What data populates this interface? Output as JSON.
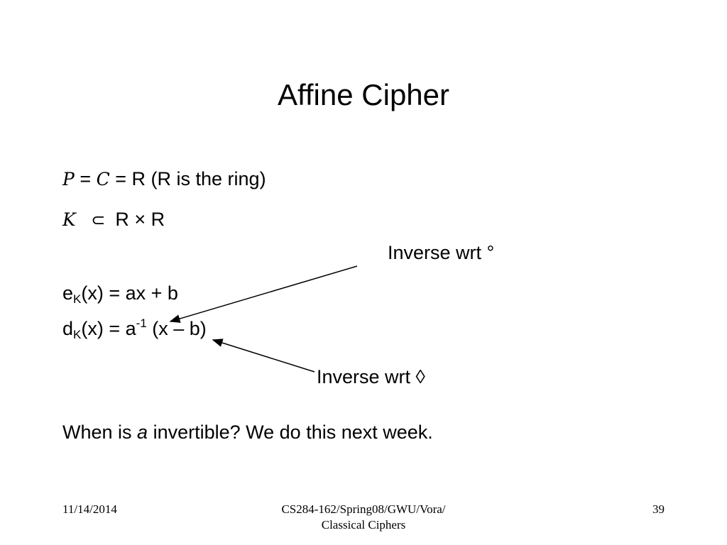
{
  "slide": {
    "title": "Affine Cipher",
    "line1": {
      "p_symbol": "P",
      "eq1": " = ",
      "c_symbol": "C",
      "eq2": " = R (R is the ring)"
    },
    "line2": {
      "k_symbol": "K",
      "subset": "⊂",
      "rest": "R × R"
    },
    "encrypt": {
      "prefix": "e",
      "sub": "K",
      "rest": "(x) = ax + b"
    },
    "decrypt": {
      "prefix": "d",
      "sub": "K",
      "mid": "(x) = a",
      "sup": "-1",
      "rest": " (x – b)"
    },
    "annotation_top": "Inverse wrt °",
    "annotation_bottom": "Inverse wrt ◊",
    "question": {
      "before": "When is ",
      "italic": "a",
      "after": " invertible? We do this next week."
    }
  },
  "footer": {
    "date": "11/14/2014",
    "course_line1": "CS284-162/Spring08/GWU/Vora/",
    "course_line2": "Classical Ciphers",
    "page_number": "39"
  }
}
